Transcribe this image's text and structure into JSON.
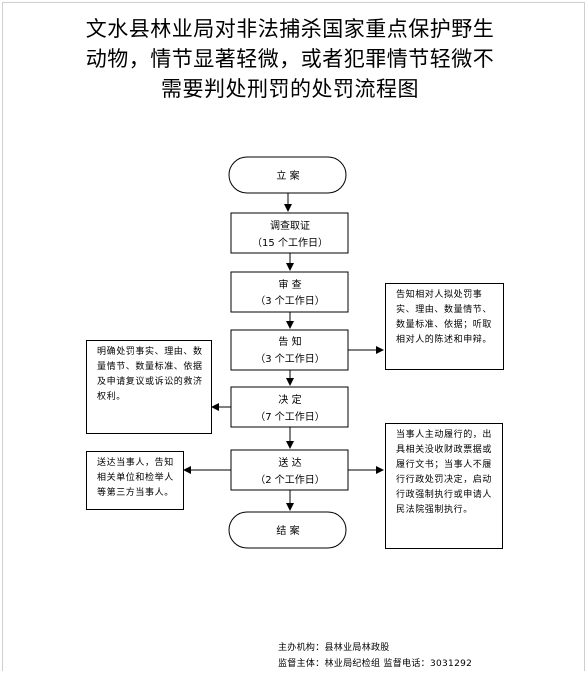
{
  "title": {
    "line1": "文水县林业局对非法捕杀国家重点保护野生",
    "line2": "动物，情节显著轻微，或者犯罪情节轻微不",
    "line3": "需要判处刑罚的处罚流程图"
  },
  "nodes": {
    "start": {
      "label": "立 案"
    },
    "investigate": {
      "label": "调查取证",
      "sub": "（15 个工作日）"
    },
    "review": {
      "label": "审 查",
      "sub": "（3 个工作日）"
    },
    "notify": {
      "label": "告 知",
      "sub": "（3 个工作日）"
    },
    "decide": {
      "label": "决 定",
      "sub": "（7 个工作日）"
    },
    "deliver": {
      "label": "送 达",
      "sub": "（2 个工作日）"
    },
    "end": {
      "label": "结 案"
    }
  },
  "notes": {
    "notify_right": "告知相对人拟处罚事实、理由、数量情节、数量标准、依据；听取相对人的陈述和申辩。",
    "decide_left": "明确处罚事实、理由、数量情节、数量标准、依据及申请复议或诉讼的救济权利。",
    "deliver_left": "送达当事人，告知相关单位和检举人等第三方当事人。",
    "deliver_right": "当事人主动履行的，出具相关没收财政票据或履行文书；当事人不履行行政处罚决定，启动行政强制执行或申请人民法院强制执行。"
  },
  "footer": {
    "line1": "主办机构：县林业局林政股",
    "line2": "监督主体：林业局纪检组  监督电话：3031292"
  }
}
